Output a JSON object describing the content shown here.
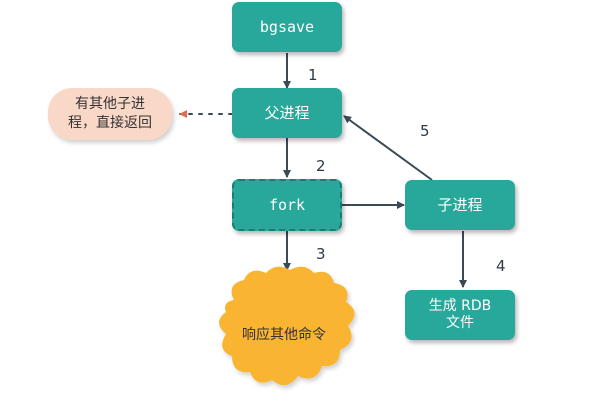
{
  "nodes": {
    "bgsave": "bgsave",
    "parent": "父进程",
    "fork": "fork",
    "child": "子进程",
    "generate_rdb": "生成 RDB\n文件",
    "respond": "响应其他命令"
  },
  "note": "有其他子进\n程，直接返回",
  "steps": {
    "s1": "1",
    "s2": "2",
    "s3": "3",
    "s4": "4",
    "s5": "5"
  },
  "colors": {
    "node_fill": "#27a89a",
    "note_fill": "#f9d8c8",
    "cloud_fill": "#f9b431",
    "arrow": "#3c4a55"
  }
}
